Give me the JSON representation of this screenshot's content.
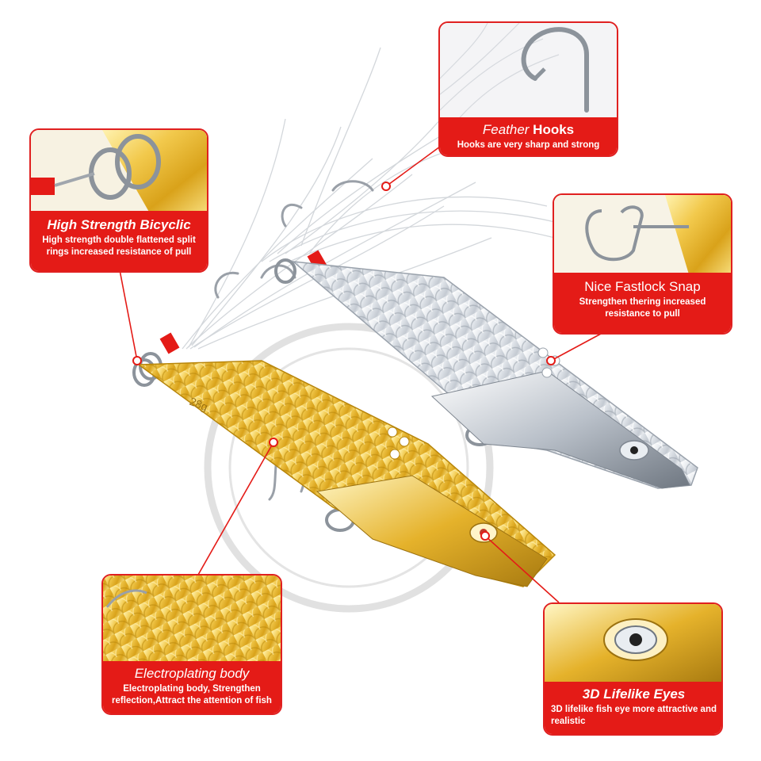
{
  "lure": {
    "weight_label": "28g"
  },
  "callouts": {
    "feather_hooks": {
      "title_part1": "Feather ",
      "title_part2": "Hooks",
      "description": "Hooks are very sharp and strong"
    },
    "bicyclic": {
      "title": "High Strength Bicyclic",
      "description": "High strength double flattened split rings increased resistance of pull"
    },
    "fastlock": {
      "title": "Nice Fastlock Snap",
      "description": "Strengthen thering increased resistance to pull"
    },
    "electroplating": {
      "title": "Electroplating body",
      "description": "Electroplating body, Strengthen reflection,Attract the attention of fish"
    },
    "eyes": {
      "title": "3D Lifelike  Eyes",
      "description": "3D lifelike fish eye more attractive and realistic"
    }
  },
  "colors": {
    "accent_red": "#e41b17",
    "gold": "#e8b923",
    "silver": "#d8dde3"
  }
}
